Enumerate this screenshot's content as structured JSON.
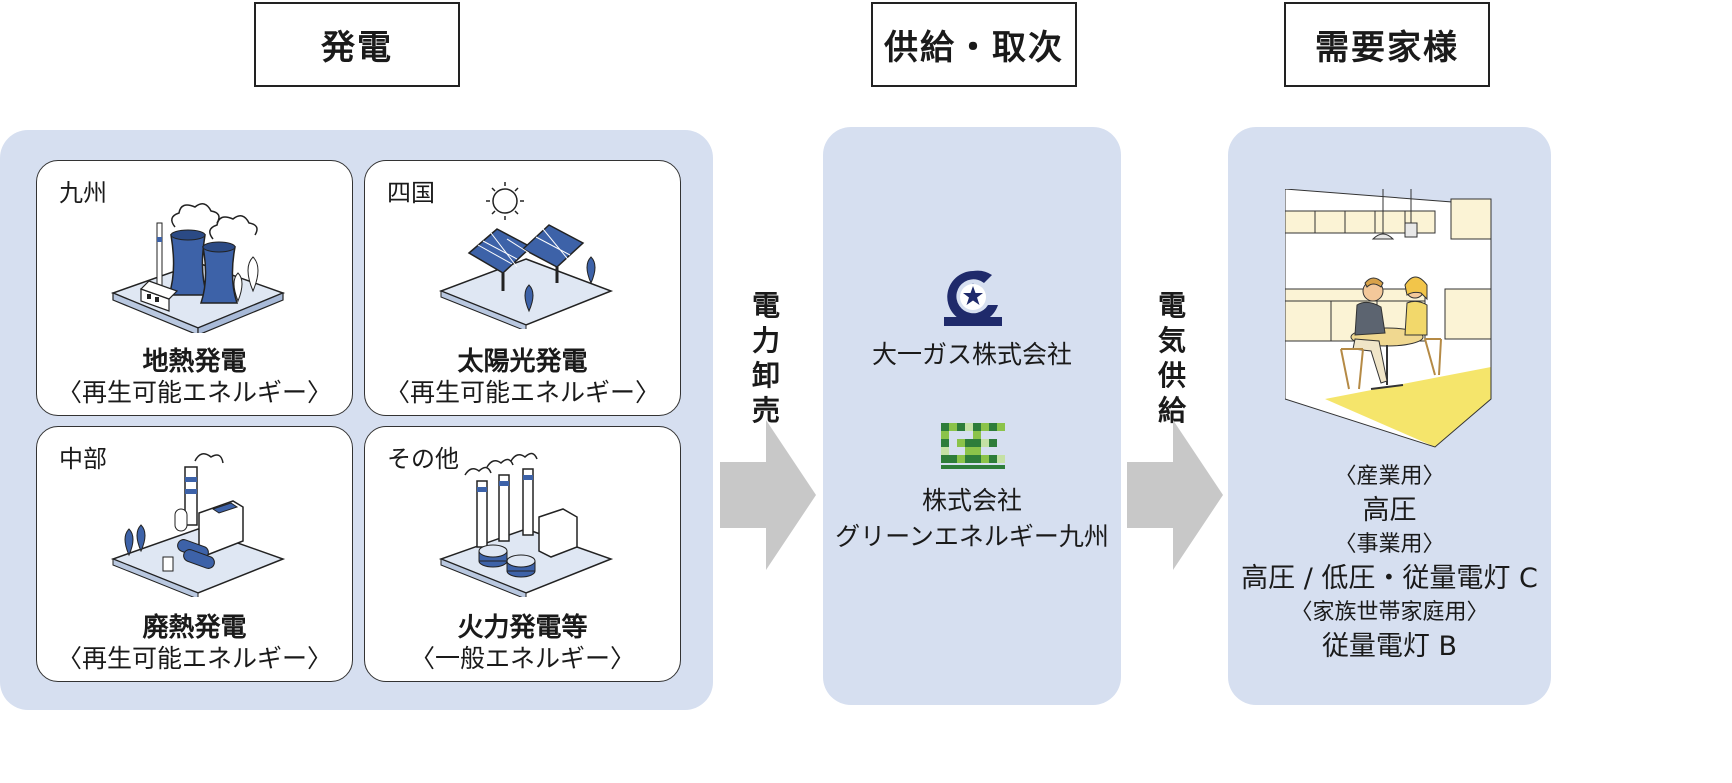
{
  "headers": {
    "generation": "発電",
    "supply": "供給・取次",
    "customer": "需要家様"
  },
  "cards": [
    {
      "region": "九州",
      "title": "地熱発電",
      "subtitle": "〈再生可能エネルギー〉",
      "icon": "geothermal-plant-icon"
    },
    {
      "region": "四国",
      "title": "太陽光発電",
      "subtitle": "〈再生可能エネルギー〉",
      "icon": "solar-panel-icon"
    },
    {
      "region": "中部",
      "title": "廃熱発電",
      "subtitle": "〈再生可能エネルギー〉",
      "icon": "waste-heat-plant-icon"
    },
    {
      "region": "その他",
      "title": "火力発電等",
      "subtitle": "〈一般エネルギー〉",
      "icon": "thermal-plant-icon"
    }
  ],
  "flows": {
    "wholesale": "電力卸売",
    "supply": "電気供給"
  },
  "companies": [
    {
      "name": "大一ガス株式会社",
      "logo": "daiichi-gas-logo"
    },
    {
      "line1": "株式会社",
      "line2": "グリーンエネルギー九州",
      "logo": "ge-mosaic-logo"
    }
  ],
  "customers": {
    "industrial_label": "〈産業用〉",
    "industrial_value": "高圧",
    "business_label": "〈事業用〉",
    "business_value": "高圧 / 低圧・従量電灯 C",
    "household_label": "〈家族世帯家庭用〉",
    "household_value": "従量電灯 B",
    "illustration": "kitchen-couple-illustration"
  },
  "colors": {
    "panel": "#d6dff0",
    "arrow": "#c8c8c8",
    "plant_blue": "#3d62a8",
    "logo_navy": "#1f2a6b",
    "green_1": "#2e7d3a",
    "green_2": "#8bc34a",
    "accent_yellow": "#f5e56b"
  }
}
